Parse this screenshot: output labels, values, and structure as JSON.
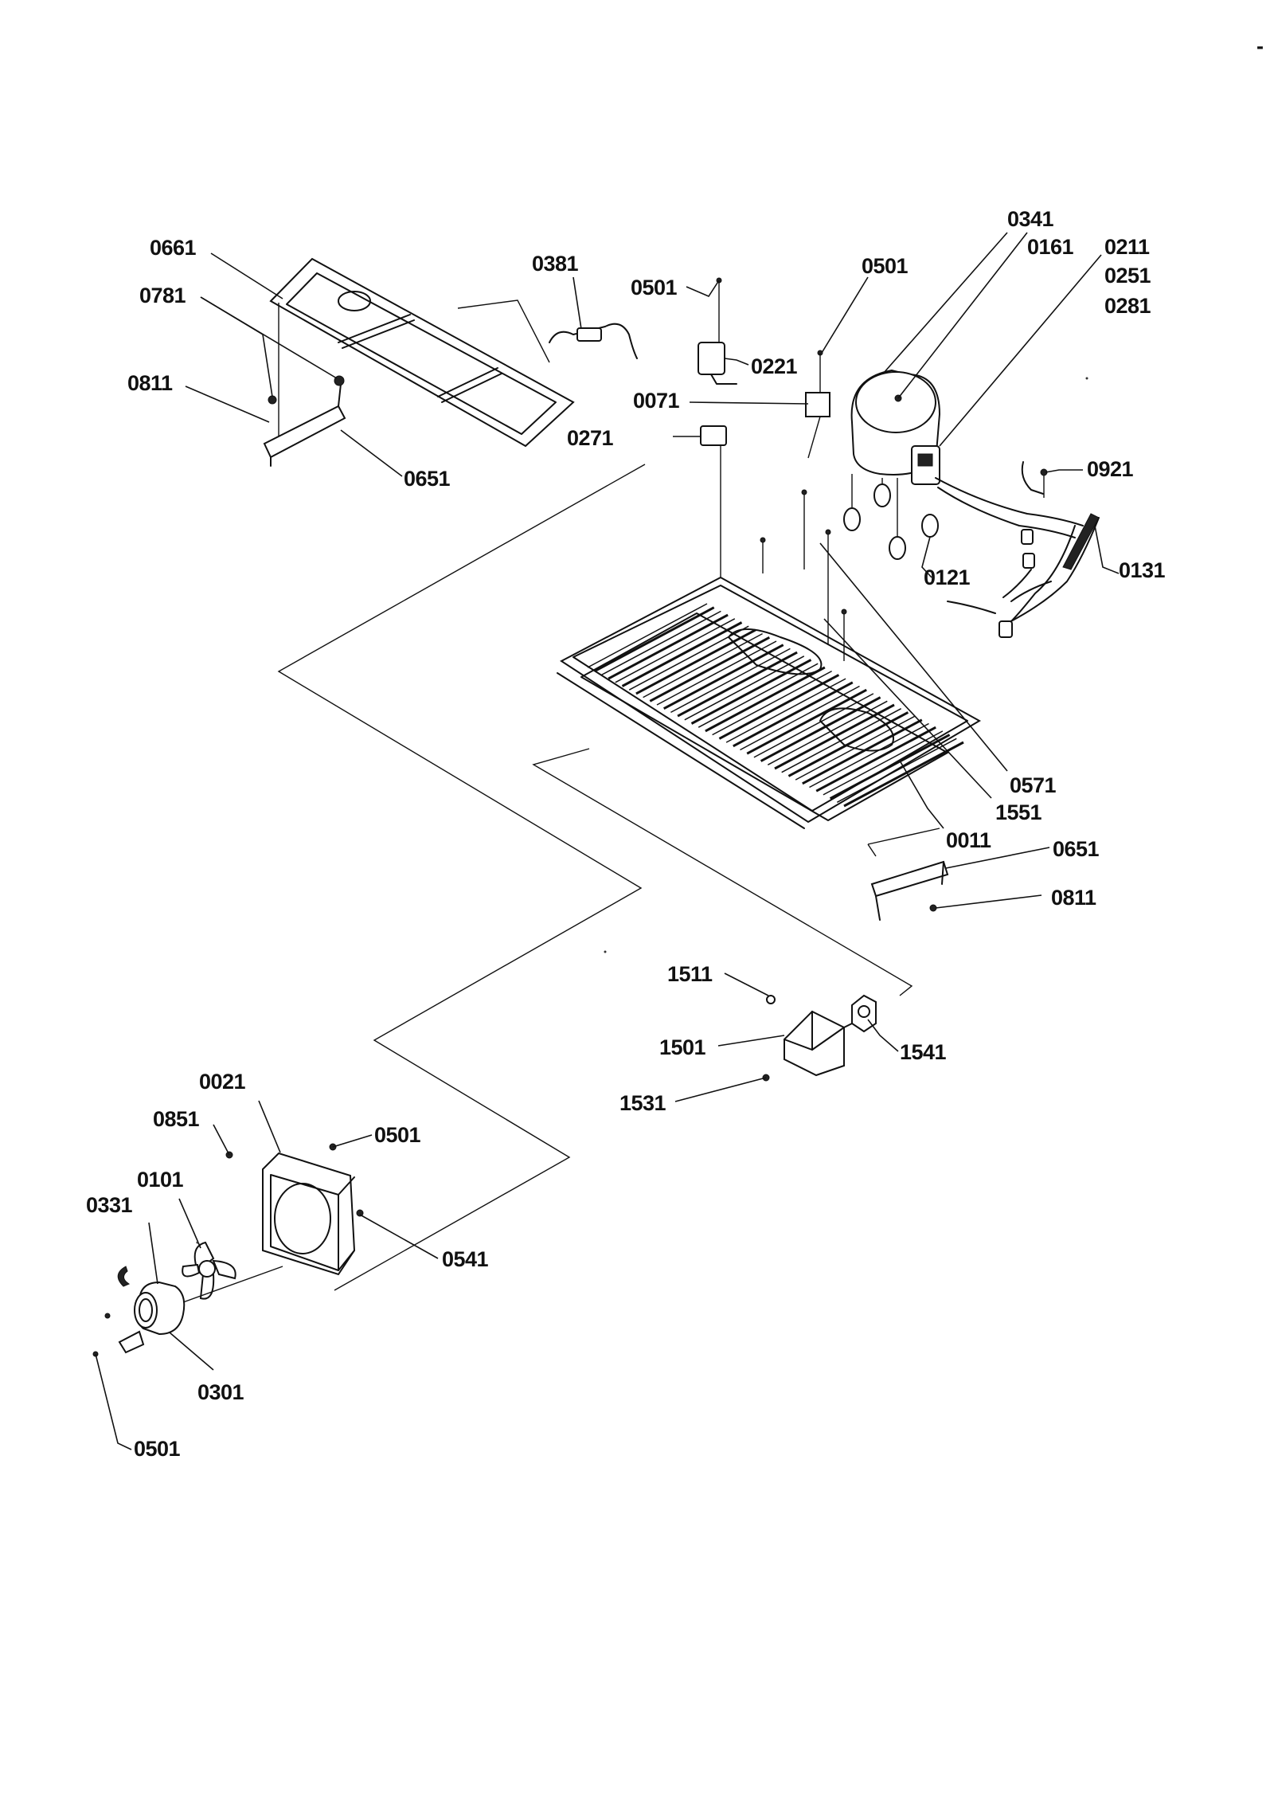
{
  "corner_mark": "-",
  "callouts": [
    {
      "id": "c0341",
      "text": "0341"
    },
    {
      "id": "c0161",
      "text": "0161"
    },
    {
      "id": "c0211",
      "text": "0211"
    },
    {
      "id": "c0251",
      "text": "0251"
    },
    {
      "id": "c0281",
      "text": "0281"
    },
    {
      "id": "c0661",
      "text": "0661"
    },
    {
      "id": "c0381",
      "text": "0381"
    },
    {
      "id": "c0501a",
      "text": "0501"
    },
    {
      "id": "c0501b",
      "text": "0501"
    },
    {
      "id": "c0781",
      "text": "0781"
    },
    {
      "id": "c0811a",
      "text": "0811"
    },
    {
      "id": "c0221",
      "text": "0221"
    },
    {
      "id": "c0071",
      "text": "0071"
    },
    {
      "id": "c0271",
      "text": "0271"
    },
    {
      "id": "c0651a",
      "text": "0651"
    },
    {
      "id": "c0921",
      "text": "0921"
    },
    {
      "id": "c0121",
      "text": "0121"
    },
    {
      "id": "c0131",
      "text": "0131"
    },
    {
      "id": "c0571",
      "text": "0571"
    },
    {
      "id": "c1551",
      "text": "1551"
    },
    {
      "id": "c0011",
      "text": "0011"
    },
    {
      "id": "c0651b",
      "text": "0651"
    },
    {
      "id": "c0811b",
      "text": "0811"
    },
    {
      "id": "c1511",
      "text": "1511"
    },
    {
      "id": "c1501",
      "text": "1501"
    },
    {
      "id": "c1541",
      "text": "1541"
    },
    {
      "id": "c1531",
      "text": "1531"
    },
    {
      "id": "c0021",
      "text": "0021"
    },
    {
      "id": "c0851",
      "text": "0851"
    },
    {
      "id": "c0501c",
      "text": "0501"
    },
    {
      "id": "c0101",
      "text": "0101"
    },
    {
      "id": "c0331",
      "text": "0331"
    },
    {
      "id": "c0541",
      "text": "0541"
    },
    {
      "id": "c0301",
      "text": "0301"
    },
    {
      "id": "c0501d",
      "text": "0501"
    }
  ]
}
